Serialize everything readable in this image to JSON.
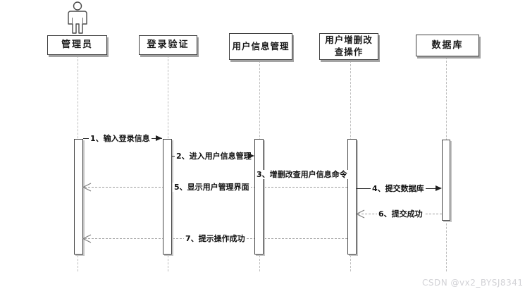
{
  "diagram_type": "uml-sequence-diagram",
  "participants": [
    {
      "id": "admin",
      "label": "管理员",
      "type": "actor"
    },
    {
      "id": "login-verification",
      "label": "登录验证",
      "type": "object"
    },
    {
      "id": "user-info-management",
      "label": "用户信息管理",
      "type": "object"
    },
    {
      "id": "user-crud-operation",
      "label": "用户增删改查操作",
      "type": "object"
    },
    {
      "id": "database",
      "label": "数据库",
      "type": "object"
    }
  ],
  "messages": [
    {
      "seq": "1",
      "label": "1、输入登录信息",
      "from": "管理员",
      "to": "登录验证",
      "style": "solid-filled-arrow"
    },
    {
      "seq": "2",
      "label": "2、进入用户信息管理",
      "from": "登录验证",
      "to": "用户信息管理",
      "style": "solid-filled-arrow"
    },
    {
      "seq": "3",
      "label": "3、增删改查用户信息命令",
      "from": "用户信息管理",
      "to": "用户增删改查操作",
      "style": "label-only"
    },
    {
      "seq": "4",
      "label": "4、提交数据库",
      "from": "用户增删改查操作",
      "to": "数据库",
      "style": "solid-filled-arrow"
    },
    {
      "seq": "5",
      "label": "5、显示用户管理界面",
      "from": "用户增删改查操作",
      "to": "管理员",
      "style": "dashed-open-arrow"
    },
    {
      "seq": "6",
      "label": "6、提交成功",
      "from": "数据库",
      "to": "用户增删改查操作",
      "style": "dashed-open-arrow"
    },
    {
      "seq": "7",
      "label": "7、提示操作成功",
      "from": "用户增删改查操作",
      "to": "管理员",
      "style": "dashed-open-arrow"
    }
  ],
  "watermark": "CSDN @vx2_BYSJ8341",
  "colors": {
    "background": "#ffffff",
    "box_border": "#3f3f3f",
    "box_shadow": "#a3a3a3",
    "solid_message_line": "#2e2e2e",
    "dashed_message_line": "#9c9c9c",
    "lifeline": "#bdbdbd",
    "watermark_text": "#d2d2d6"
  }
}
